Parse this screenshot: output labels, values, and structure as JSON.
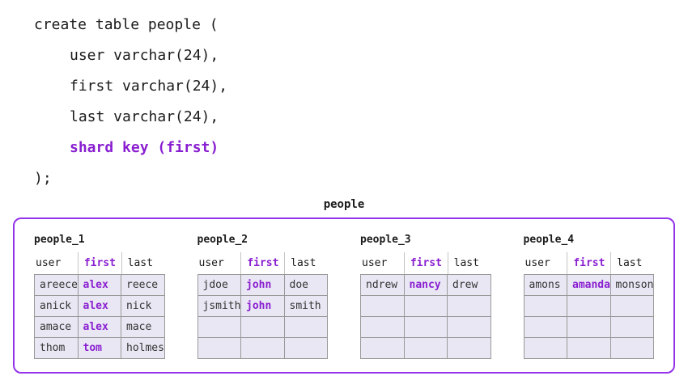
{
  "code": {
    "lines": [
      {
        "text": "create table people (",
        "indent": 0,
        "highlight": false
      },
      {
        "text": "user varchar(24),",
        "indent": 1,
        "highlight": false
      },
      {
        "text": "first varchar(24),",
        "indent": 1,
        "highlight": false
      },
      {
        "text": "last varchar(24),",
        "indent": 1,
        "highlight": false
      },
      {
        "text": "shard key (first)",
        "indent": 1,
        "highlight": true
      },
      {
        "text": ");",
        "indent": 0,
        "highlight": false
      }
    ]
  },
  "diagram": {
    "title": "people",
    "columns": [
      "user",
      "first",
      "last"
    ],
    "key_column": "first",
    "shards": [
      {
        "name": "people_1",
        "rows": [
          [
            "areece",
            "alex",
            "reece"
          ],
          [
            "anick",
            "alex",
            "nick"
          ],
          [
            "amace",
            "alex",
            "mace"
          ],
          [
            "thom",
            "tom",
            "holmes"
          ]
        ]
      },
      {
        "name": "people_2",
        "rows": [
          [
            "jdoe",
            "john",
            "doe"
          ],
          [
            "jsmith",
            "john",
            "smith"
          ],
          [
            "",
            "",
            ""
          ],
          [
            "",
            "",
            ""
          ]
        ]
      },
      {
        "name": "people_3",
        "rows": [
          [
            "ndrew",
            "nancy",
            "drew"
          ],
          [
            "",
            "",
            ""
          ],
          [
            "",
            "",
            ""
          ],
          [
            "",
            "",
            ""
          ]
        ]
      },
      {
        "name": "people_4",
        "rows": [
          [
            "amons",
            "amanda",
            "monson"
          ],
          [
            "",
            "",
            ""
          ],
          [
            "",
            "",
            ""
          ],
          [
            "",
            "",
            ""
          ]
        ]
      }
    ]
  },
  "colors": {
    "accent": "#8a1fd1",
    "container_border": "#9333ea",
    "row_bg": "#e9e7f3",
    "grid_border": "#999999",
    "header_separator": "#c4c4c4",
    "text": "#1a1a1a",
    "cell_text": "#333333"
  }
}
